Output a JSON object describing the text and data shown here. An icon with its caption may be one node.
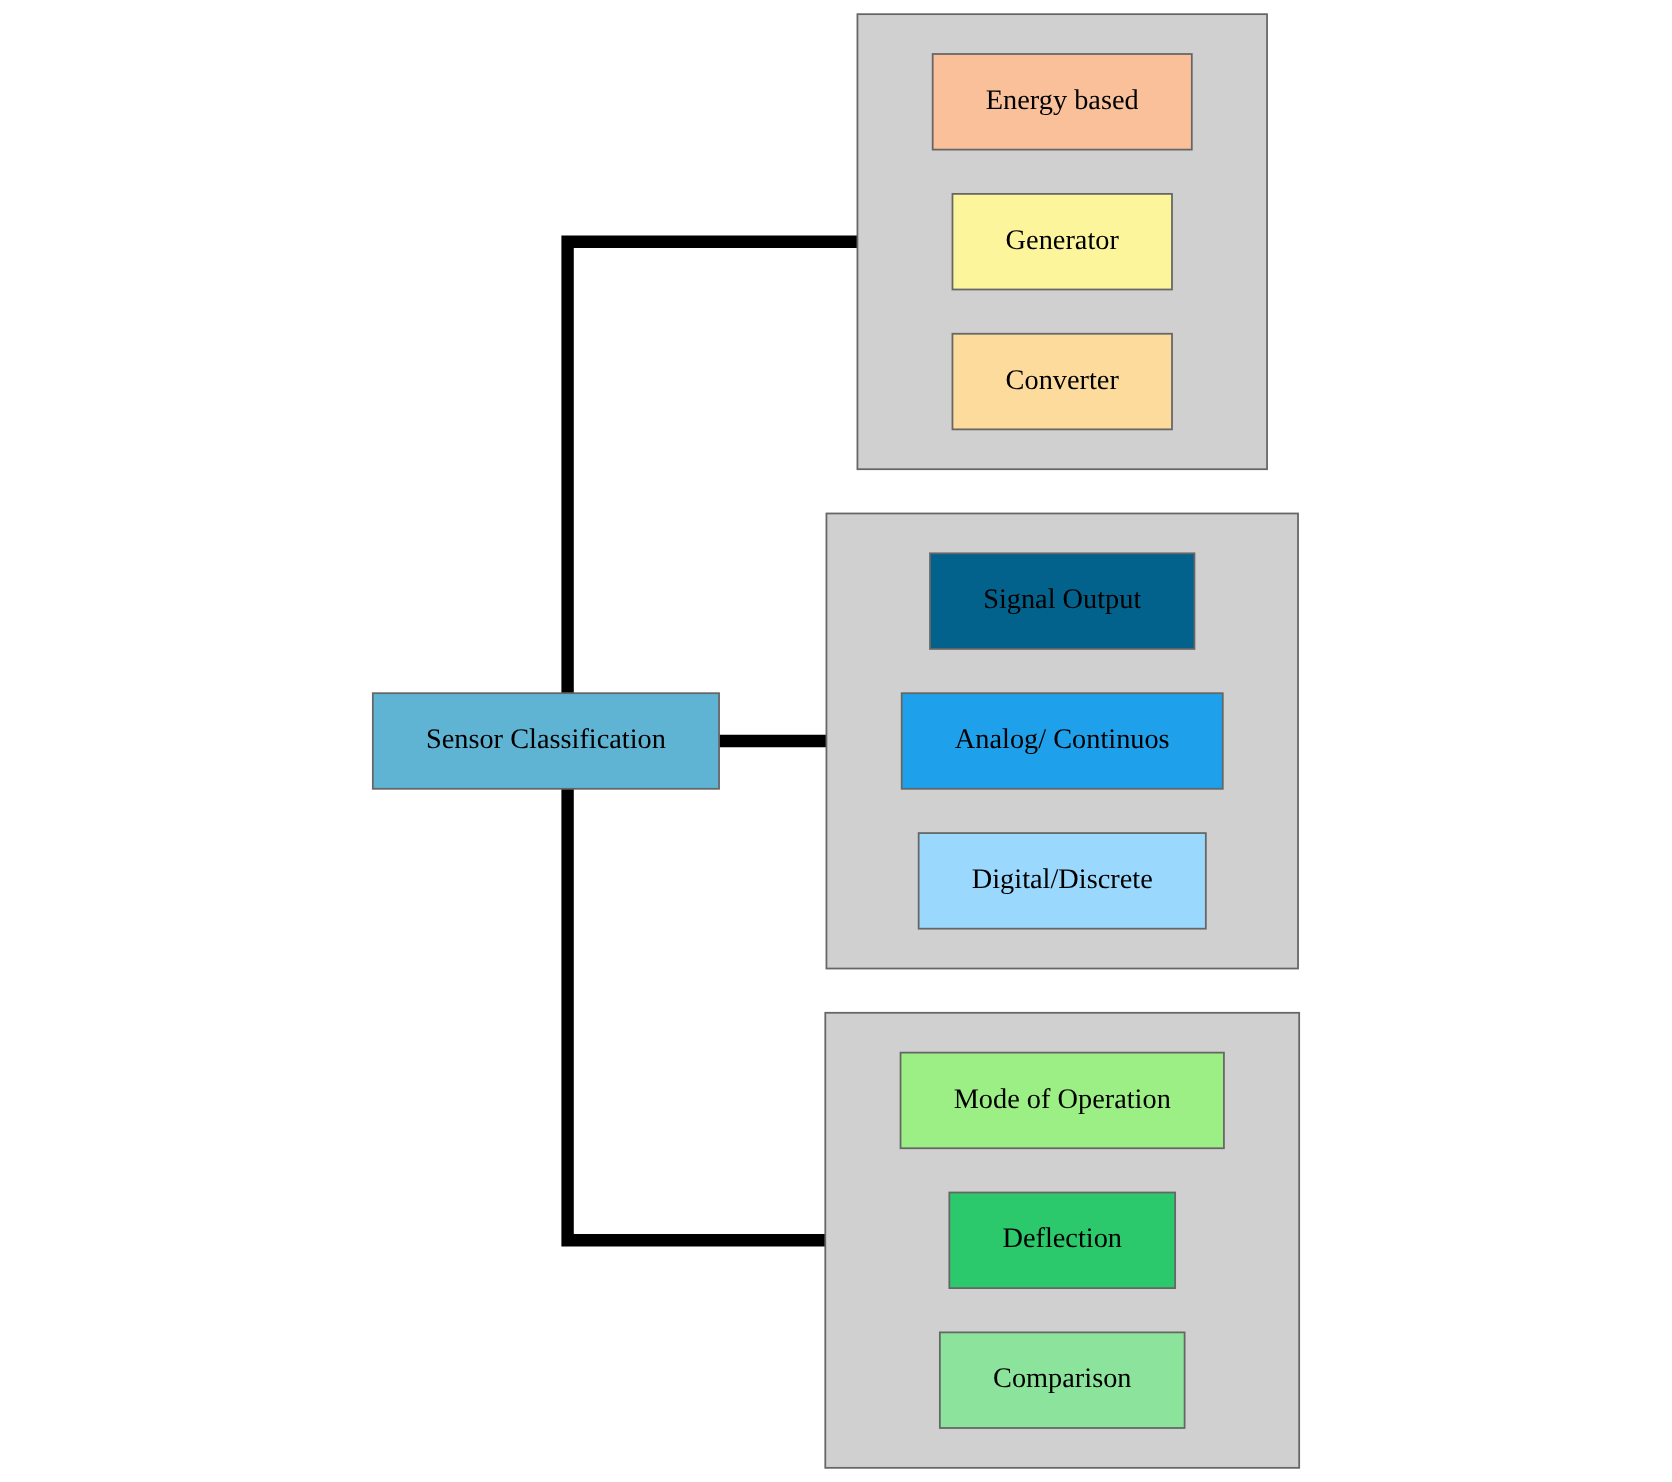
{
  "diagram": {
    "nodes": [
      {
        "text": [
          "Sensor Classification"
        ]
      },
      {
        "text": [],
        "shape": "box"
      },
      {
        "text": [
          "Energy based"
        ],
        "in": 1
      },
      {
        "text": [
          "Generator"
        ],
        "in": 1
      },
      {
        "text": [
          "Converter"
        ],
        "in": 1
      },
      {
        "text": [],
        "shape": "box"
      },
      {
        "text": [
          "Signal Output"
        ],
        "in": 5
      },
      {
        "text": [
          "Analog/ Continuos"
        ],
        "in": 5
      },
      {
        "text": [
          "Digital/Discrete"
        ],
        "in": 5
      },
      {
        "text": [],
        "shape": "box"
      },
      {
        "text": [
          "Mode of Operation"
        ],
        "in": 9
      },
      {
        "text": [
          "Deflection"
        ],
        "in": 9
      },
      {
        "text": [
          "Comparison"
        ],
        "in": 9
      }
    ],
    "edges": [
      {
        "from": 0,
        "to": 1,
        "arrow": "none"
      },
      {
        "from": 0,
        "to": 5,
        "arrow": "none"
      },
      {
        "from": 0,
        "to": 9,
        "arrow": "none"
      }
    ]
  }
}
